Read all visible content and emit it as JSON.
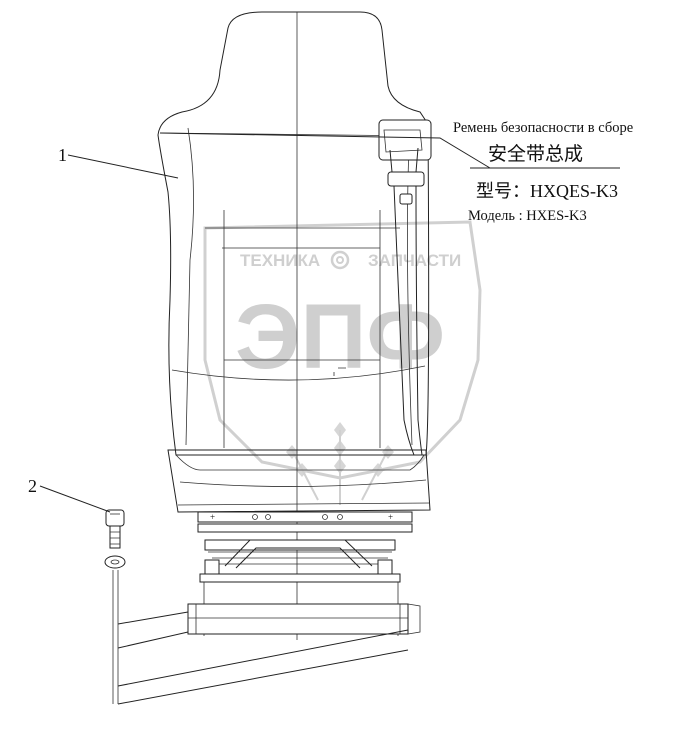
{
  "callouts": [
    {
      "number": "1",
      "part": "seat"
    },
    {
      "number": "2",
      "part": "bolt-and-washer"
    }
  ],
  "belt_label": {
    "russian": "Ремень безопасности в сборе",
    "chinese": "安全带总成",
    "model_cn": "型号：HXQES-K3",
    "model_ru": "Модель : HXES-K3"
  },
  "watermark": {
    "left_word": "ТЕХНИКА",
    "right_word": "ЗАПЧАСТИ",
    "logo": "ЭПФ",
    "color": "#d6d6d6"
  },
  "icons": [
    "gear-icon",
    "wheat-ear-icon"
  ]
}
